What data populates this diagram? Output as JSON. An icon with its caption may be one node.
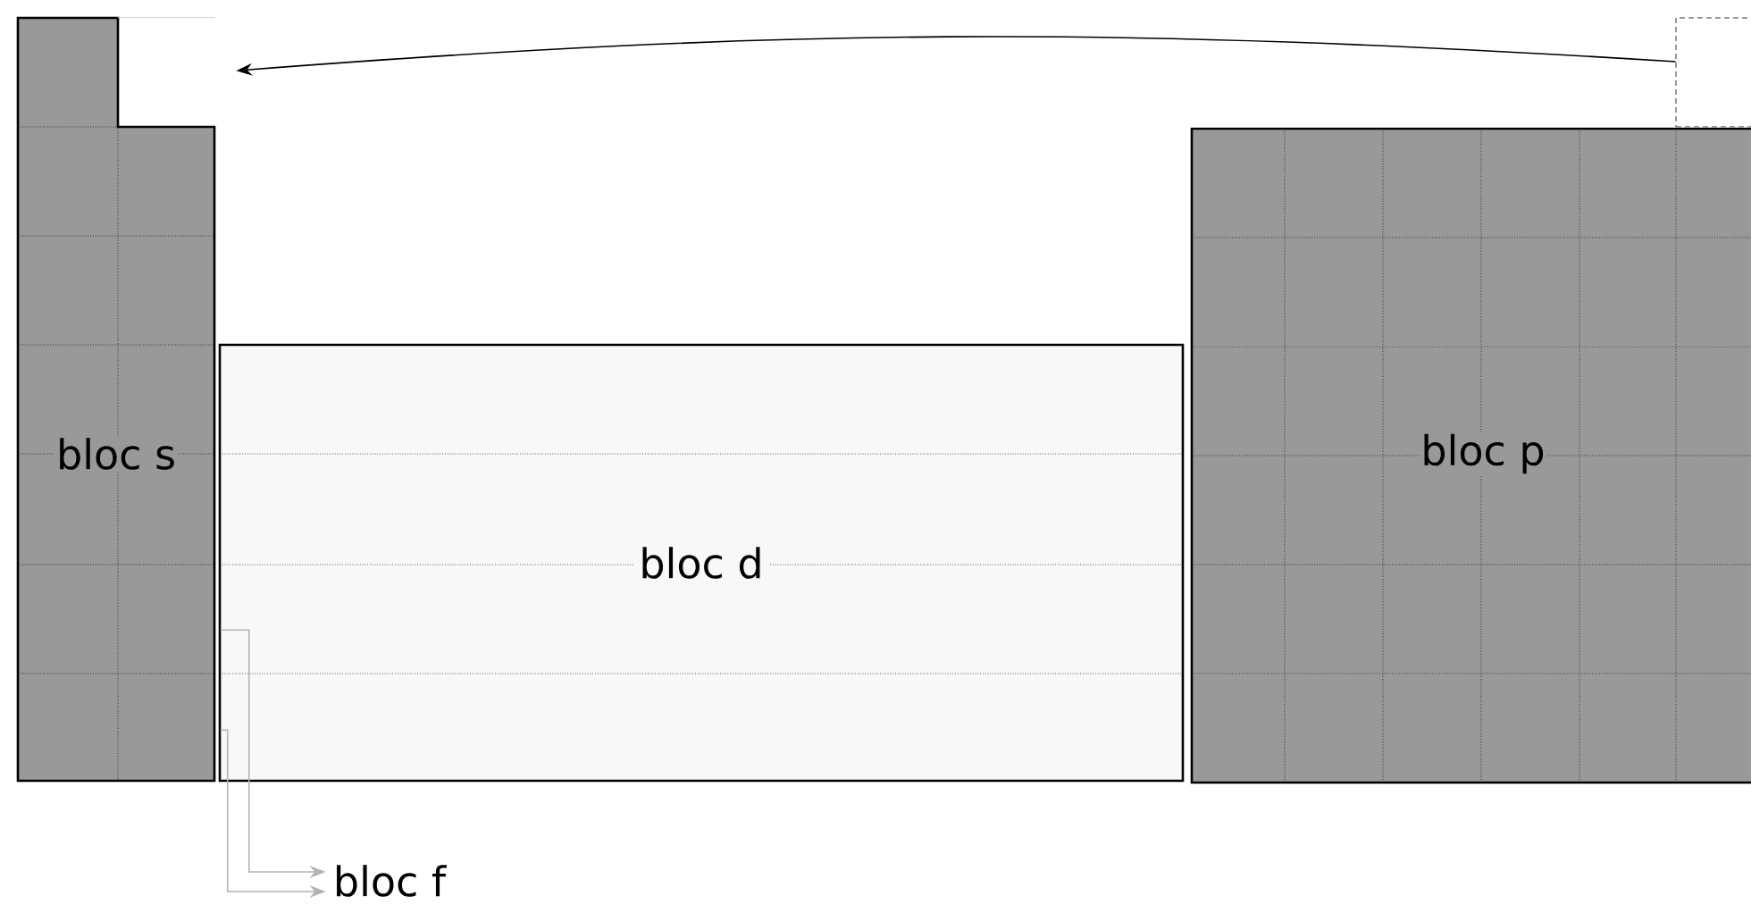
{
  "diagram": {
    "nodes": [
      {
        "text": [
          "bloc s"
        ]
      },
      {
        "text": [
          "bloc d"
        ]
      },
      {
        "text": [
          "bloc p"
        ]
      },
      {
        "text": [
          "bloc f"
        ]
      },
      {
        "text": [],
        "shape": "box"
      },
      {
        "text": [],
        "shape": "box"
      }
    ],
    "edges": [
      {
        "from": 4,
        "to": 5,
        "arrow": "to",
        "color": "#000000"
      },
      {
        "from": 1,
        "to": 3,
        "arrow": "to",
        "color": "#b3b3b3"
      },
      {
        "from": 1,
        "to": 3,
        "arrow": "to",
        "color": "#b3b3b3"
      }
    ]
  }
}
